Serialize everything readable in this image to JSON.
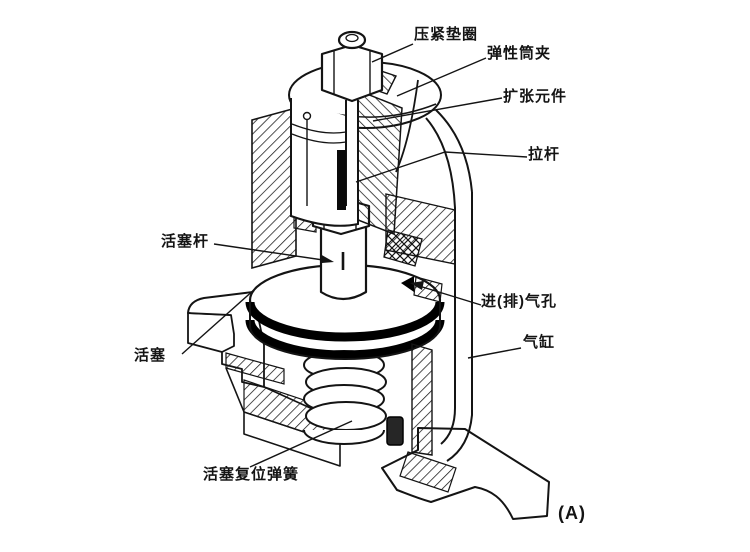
{
  "figure": {
    "type": "engineering-cutaway-diagram",
    "subject": "pneumatic cylinder clamping mechanism, isometric section view",
    "caption": "(A)",
    "labels": {
      "compression_washer": "压紧垫圈",
      "elastic_collet": "弹性筒夹",
      "expansion_element": "扩张元件",
      "pull_rod": "拉杆",
      "piston_rod": "活塞杆",
      "air_port": "进(排)气孔",
      "cylinder": "气缸",
      "piston": "活塞",
      "piston_return_spring": "活塞复位弹簧"
    },
    "colors": {
      "line": "#141414",
      "background": "#ffffff",
      "piston_ring": "#000000"
    }
  }
}
